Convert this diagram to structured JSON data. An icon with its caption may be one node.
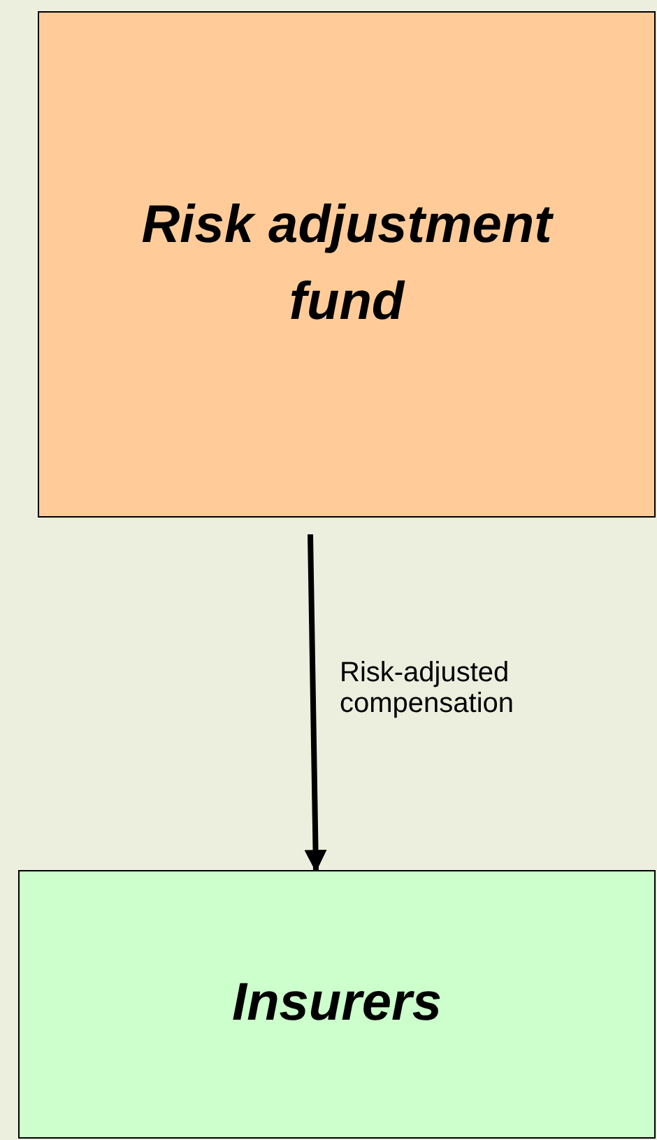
{
  "diagram": {
    "nodes": [
      {
        "text": [
          "Risk adjustment fund"
        ]
      },
      {
        "text": [
          "Insurers"
        ]
      }
    ],
    "edges": [
      {
        "from": 0,
        "to": 1,
        "arrow": "to",
        "label": "Risk-adjusted compensation"
      }
    ]
  }
}
